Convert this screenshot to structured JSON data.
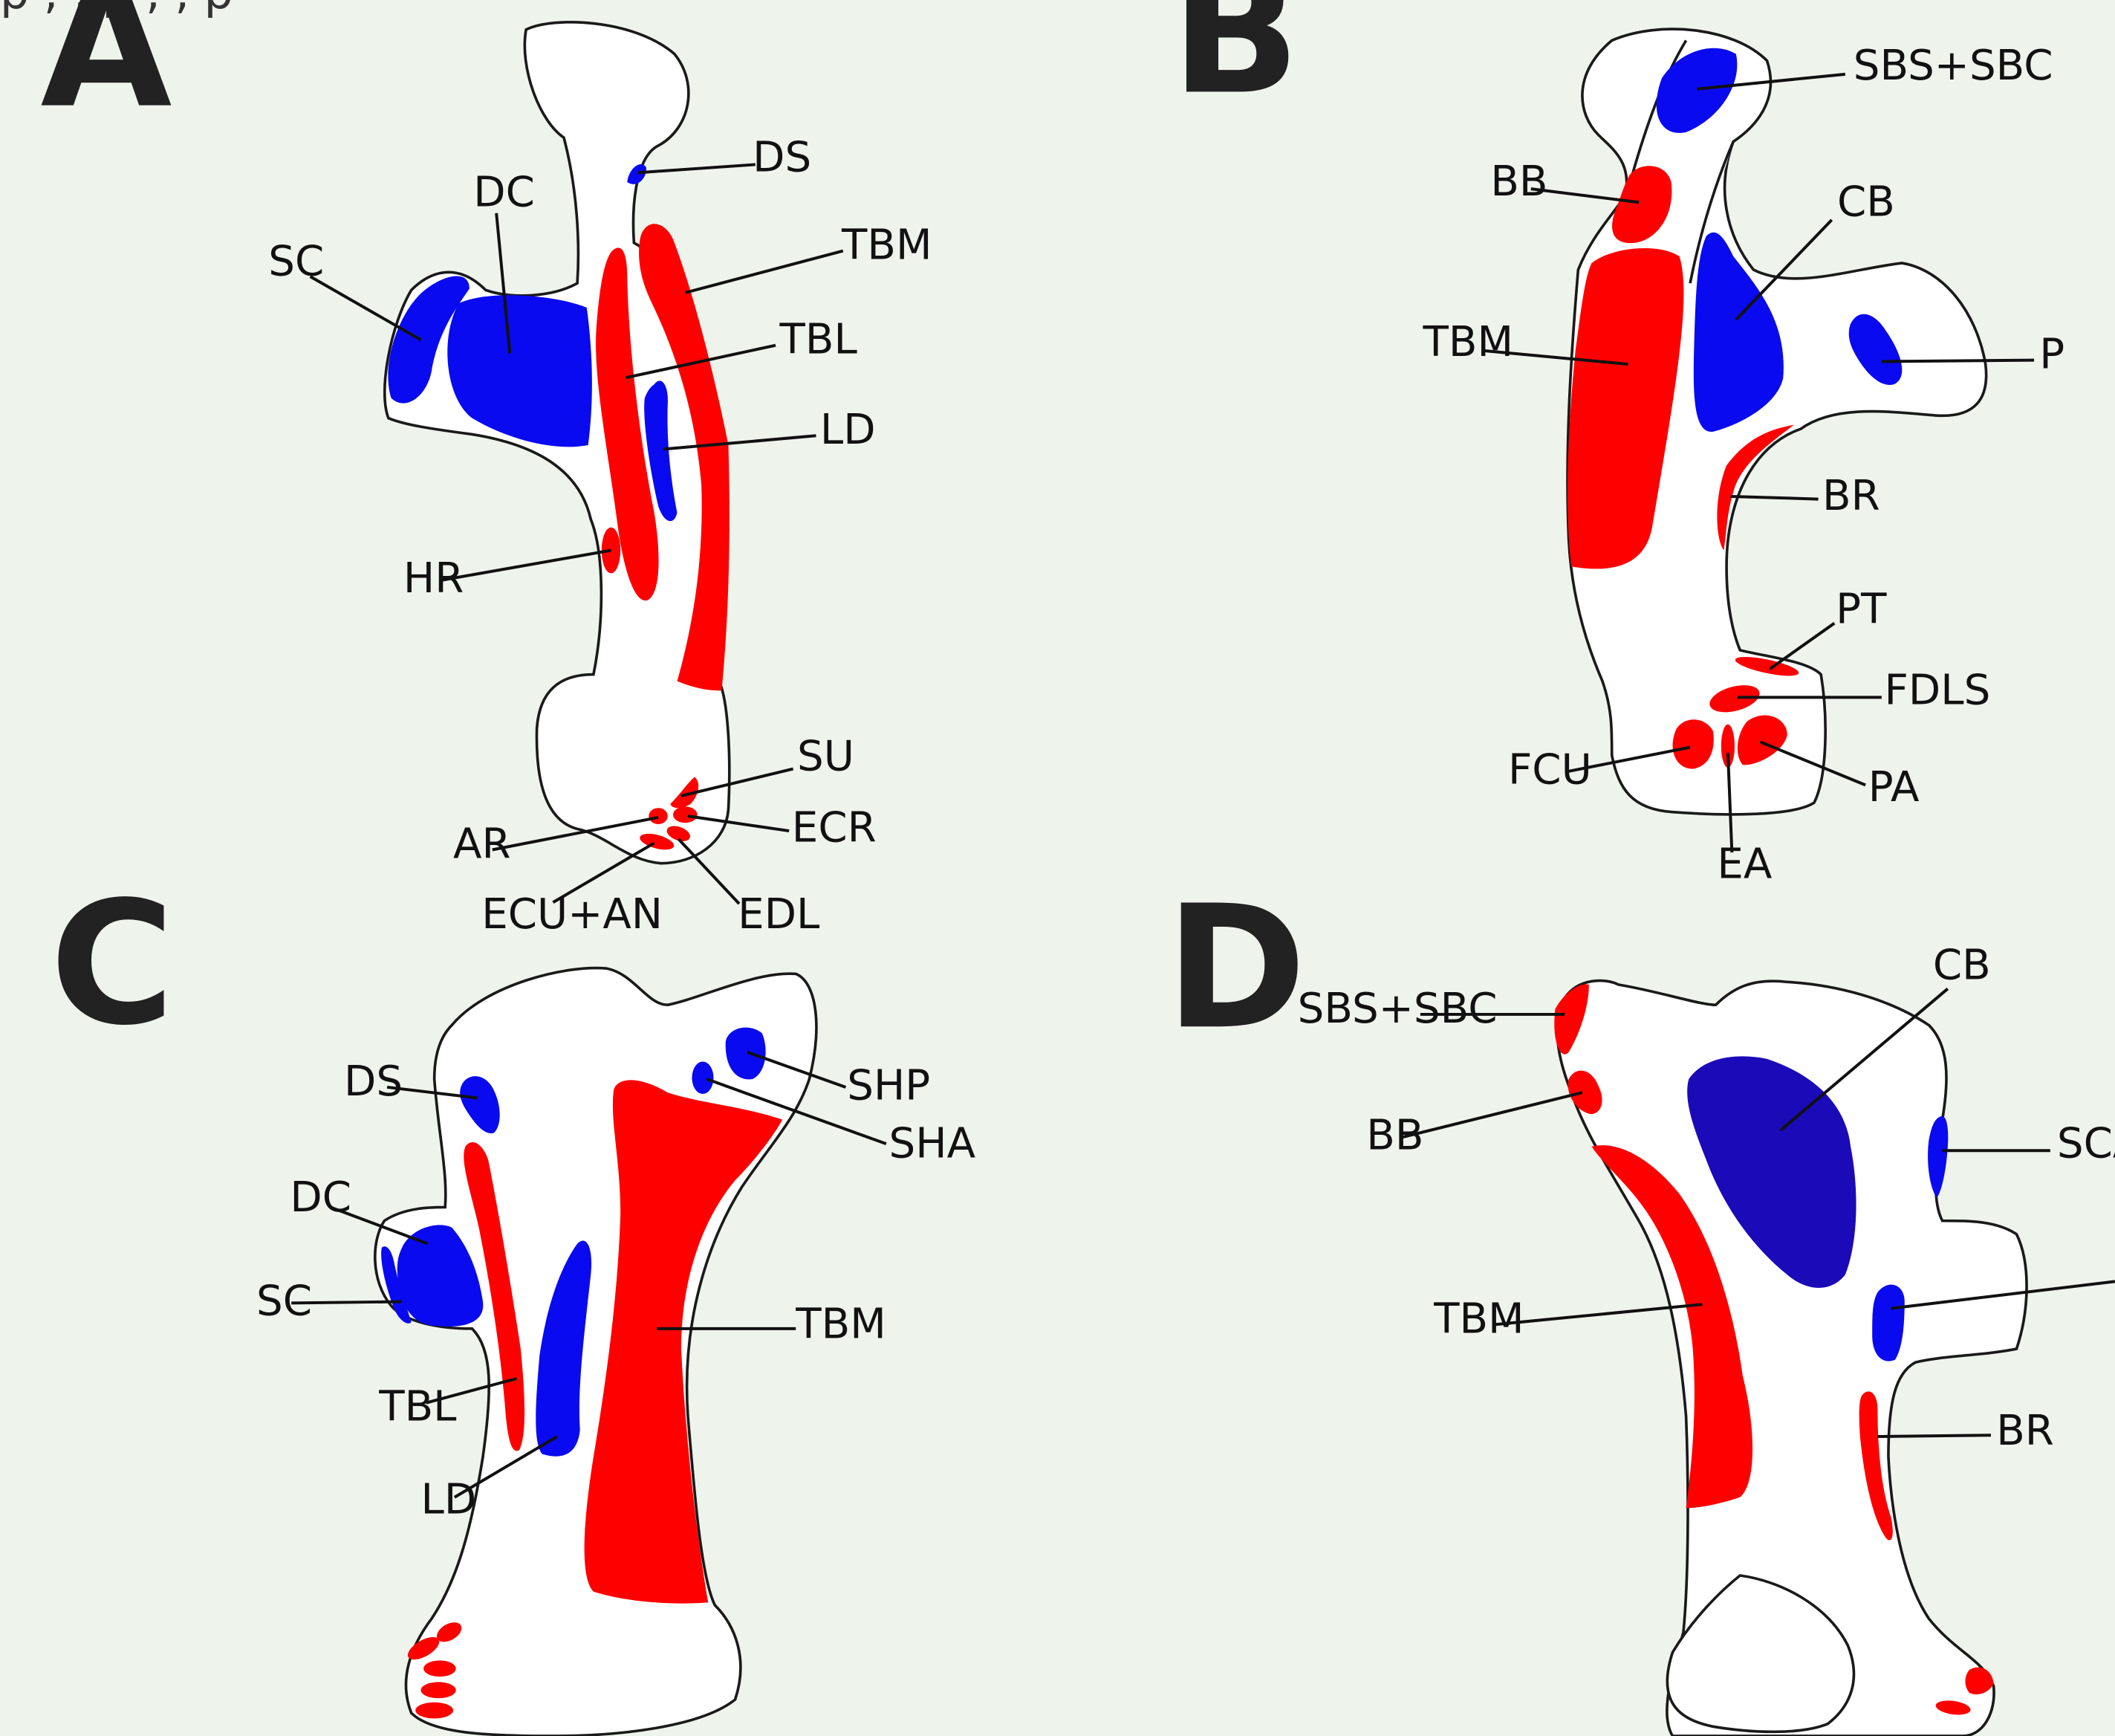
{
  "caption_fragment": "  p        ,    ,              p         ,    ,        p",
  "colors": {
    "background": "#eef4ec",
    "red": "#ff0000",
    "blue": "#0a0af0",
    "navy_blue": "#1a0ab8"
  },
  "panels": {
    "A": {
      "letter": "A",
      "labels": {
        "ds": "DS",
        "dc": "DC",
        "sc": "SC",
        "tbm": "TBM",
        "tbl": "TBL",
        "ld": "LD",
        "hr": "HR",
        "su": "SU",
        "ecr": "ECR",
        "ar": "AR",
        "ecu_an": "ECU+AN",
        "edl": "EDL"
      }
    },
    "B": {
      "letter": "B",
      "labels": {
        "sbs_sbc": "SBS+SBC",
        "bb": "BB",
        "cb": "CB",
        "tbm": "TBM",
        "p": "P",
        "br": "BR",
        "pt": "PT",
        "fdls": "FDLS",
        "fcu": "FCU",
        "pa": "PA",
        "ea": "EA"
      }
    },
    "C": {
      "letter": "C",
      "labels": {
        "ds": "DS",
        "shp": "SHP",
        "sha": "SHA",
        "dc": "DC",
        "sc": "SC",
        "tbm": "TBM",
        "tbl": "TBL",
        "ld": "LD"
      }
    },
    "D": {
      "letter": "D",
      "labels": {
        "sbs_sbc": "SBS+SBC",
        "cb": "CB",
        "bb": "BB",
        "sca": "SCA",
        "tbm": "TBM",
        "br": "BR"
      }
    }
  }
}
